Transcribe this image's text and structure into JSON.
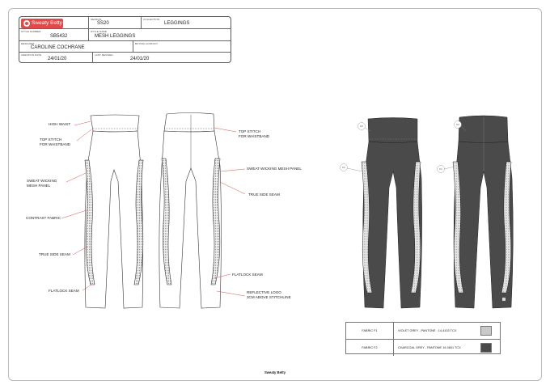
{
  "brand": {
    "logo_text": "Sweaty Betty",
    "footer": "Sweaty Betty"
  },
  "info": {
    "season_label": "SEASON",
    "season": "SS20",
    "collection_label": "COLLECTION",
    "collection": "LEGGINGS",
    "style_number_label": "STYLE NUMBER",
    "style_number": "SB5432",
    "style_name_label": "STYLE NAME",
    "style_name": "MESH LEGGINGS",
    "designer_label": "DESIGNER",
    "designer": "CAROLINE COCHRANE",
    "buying_contact_label": "BUYING CONTACT",
    "buying_contact": "",
    "creation_date_label": "CREATION DATE",
    "creation_date": "24/01/20",
    "last_revised_label": "LAST REVISED",
    "last_revised": "24/01/20"
  },
  "callouts_front": {
    "high_waist": "HIGH WAIST",
    "top_stitch_1": "TOP STITCH",
    "top_stitch_2": "FOR WAISTBAND",
    "sweat_wicking_1": "SWEAT WICKING",
    "sweat_wicking_2": "MESH PANEL",
    "contrast_fabric": "CONTRAST FABRIC",
    "true_side_seam": "TRUE SIDE SEAM",
    "flatlock_seam": "FLATLOCK SEAM"
  },
  "callouts_back": {
    "top_stitch_1": "TOP STITCH",
    "top_stitch_2": "FOR WAISTBAND",
    "sweat_wicking": "SWEAT WICKING MESH PANEL",
    "true_side_seam": "TRUE SIDE SEAM",
    "flatlock_seam": "FLATLOCK SEAM",
    "reflective_1": "REFLECTIVE LOGO",
    "reflective_2": "3CM ABOVE STITCHLINE"
  },
  "markers": {
    "f1": "F1",
    "f2": "F2"
  },
  "fabrics": [
    {
      "code": "FABRIC F1",
      "description": "VIOLET GREY - PANTONE : 14-4103 TCX",
      "color": "#c9c9c9"
    },
    {
      "code": "FABRIC F2",
      "description": "CHARCOAL GREY - PANTONE 19-0601 TCX",
      "color": "#4a4a4a"
    }
  ],
  "colors": {
    "charcoal": "#4a4a4a",
    "grey": "#c9c9c9",
    "callout_line": "#d9534f"
  }
}
